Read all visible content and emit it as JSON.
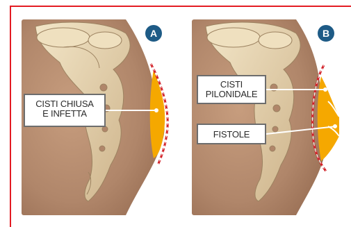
{
  "panels": [
    {
      "badge": "A",
      "callout_lines": [
        "CISTI CHIUSA",
        "E INFETTA"
      ]
    },
    {
      "badge": "B",
      "callouts": [
        {
          "lines": [
            "CISTI",
            "PILONIDALE"
          ]
        },
        {
          "lines": [
            "FISTOLE"
          ]
        }
      ]
    }
  ],
  "colors": {
    "frame": "#e31b23",
    "badge": "#1e5b86",
    "cyst": "#f5a800",
    "outline": "#d11f26",
    "skin": "#b58a6c",
    "bone": "#e8d6b2"
  }
}
